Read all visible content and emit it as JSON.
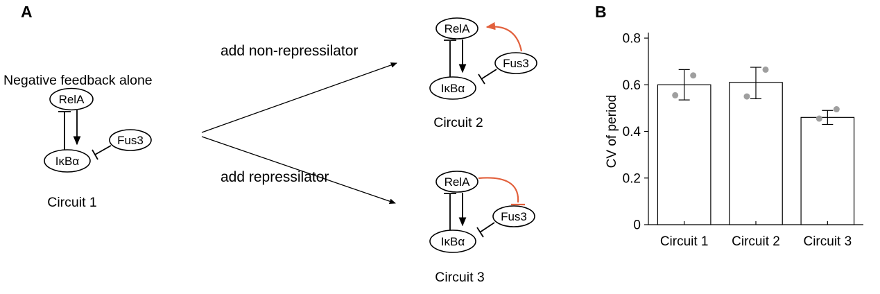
{
  "panels": {
    "a": {
      "label": "A",
      "intro_text": "Negative feedback alone",
      "branch_top_label": "add non-repressilator",
      "branch_bottom_label": "add repressilator",
      "accent_color": "#e2603c",
      "circuit1": {
        "caption": "Circuit 1",
        "rela": "RelA",
        "ikba": "IκBα",
        "fus3": "Fus3"
      },
      "circuit2": {
        "caption": "Circuit 2",
        "rela": "RelA",
        "ikba": "IκBα",
        "fus3": "Fus3"
      },
      "circuit3": {
        "caption": "Circuit 3",
        "rela": "RelA",
        "ikba": "IκBα",
        "fus3": "Fus3"
      }
    },
    "b": {
      "label": "B"
    }
  },
  "chart_data": {
    "type": "bar",
    "title": "",
    "categories": [
      "Circuit 1",
      "Circuit 2",
      "Circuit 3"
    ],
    "values": [
      0.6,
      0.61,
      0.46
    ],
    "error_low": [
      0.065,
      0.07,
      0.03
    ],
    "error_high": [
      0.065,
      0.065,
      0.03
    ],
    "points": [
      [
        {
          "v": 0.555,
          "dx": -13
        },
        {
          "v": 0.64,
          "dx": 13
        }
      ],
      [
        {
          "v": 0.55,
          "dx": -13
        },
        {
          "v": 0.665,
          "dx": 14
        }
      ],
      [
        {
          "v": 0.455,
          "dx": -12
        },
        {
          "v": 0.495,
          "dx": 13
        }
      ]
    ],
    "ylabel": "CV of period",
    "xlabel": "",
    "ylim": [
      0,
      0.8
    ],
    "yticks": [
      0,
      0.2,
      0.4,
      0.6,
      0.8
    ],
    "grid": false,
    "bar_fill": "#ffffff",
    "bar_edge": "#000000",
    "point_color": "#9a9a9a"
  }
}
